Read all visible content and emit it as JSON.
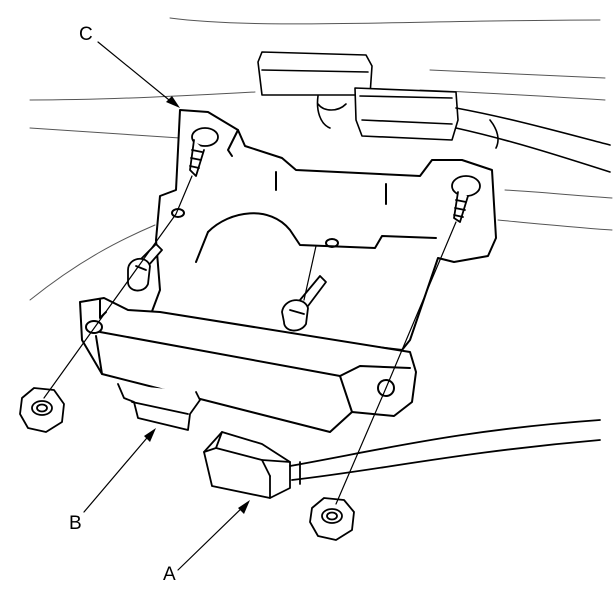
{
  "callouts": {
    "c": "C",
    "b": "B",
    "a": "A"
  },
  "colors": {
    "line": "#000000",
    "thin_line": "#555555",
    "background": "#ffffff"
  }
}
